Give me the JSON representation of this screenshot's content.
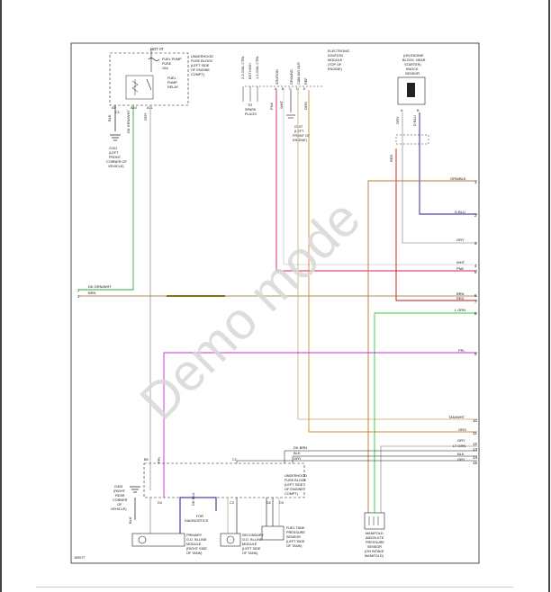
{
  "watermark": "Demo mode",
  "figure_number": "169077",
  "colors": {
    "dk_grn_wht": "#2fa838",
    "brn": "#8a6a22",
    "pnk": "#e2185a",
    "org": "#d4882a",
    "org_blk": "#b97a2e",
    "d_blu": "#1a1a8c",
    "red": "#cc1111",
    "l_grn": "#33cc33",
    "ppl": "#cc2acc",
    "gry": "#9a9a9a",
    "blk": "#111111",
    "tan_wht": "#caa76a"
  },
  "labels": {
    "hot_at": "HOT AT",
    "underhood_fuse_top": [
      "UNDERHOOD",
      "FUSE BLOCK",
      "(LEFT SIDE",
      "OF ENGINE",
      "COMPT)"
    ],
    "fuel_pump_fuse": [
      "FUEL PUMP",
      "FUSE",
      "10A"
    ],
    "fuel_pump_relay": [
      "FUEL",
      "PUMP",
      "RELAY"
    ],
    "g101": [
      "G101",
      "(LEFT",
      "FRONT",
      "CORNER OF",
      "VEHICLE)"
    ],
    "ignition_outputs": [
      "2-3 COIL CTRL",
      "EST HIGH",
      "1-4 COIL CTRL"
    ],
    "ignition_pins": [
      "IGNITION",
      "GROUND",
      "CAM SIG OUT",
      "REF"
    ],
    "ignition_pins_letters": [
      "A",
      "B",
      "C",
      "D",
      "E"
    ],
    "ignition_module": [
      "ELECTRONIC",
      "IGNITION",
      "MODULE",
      "(TOP OF",
      "ENGINE)"
    ],
    "to_spark_plugs": [
      "TO",
      "SPARK",
      "PLUGS"
    ],
    "g107": [
      "G107",
      "(LEFT",
      "FRONT OF",
      "ENGINE)"
    ],
    "knock_sensor": [
      "(ON ENGINE",
      "BLOCK, NEAR",
      "STARTER)",
      "KNOCK",
      "SENSOR"
    ],
    "left_connector_lines": [
      "DK GRN/WHT",
      "BRN"
    ],
    "left_connector_pins": [
      "1",
      "2"
    ],
    "right_wires": [
      {
        "label": "ORN/BLK",
        "pin": "1"
      },
      {
        "label": "D BLU",
        "pin": "2"
      },
      {
        "label": "GRY",
        "pin": "3"
      },
      {
        "label": "WHT",
        "pin": "4"
      },
      {
        "label": "PNK",
        "pin": "5"
      },
      {
        "label": "BRN",
        "pin": "6"
      },
      {
        "label": "RED",
        "pin": "7"
      },
      {
        "label": "L GRN",
        "pin": "8"
      },
      {
        "label": "PPL",
        "pin": "9"
      },
      {
        "label": "TAN/WHT",
        "pin": "10"
      },
      {
        "label": "ORG",
        "pin": "11"
      },
      {
        "label": "GRY",
        "pin": "12"
      },
      {
        "label": "LT GRN",
        "pin": "13"
      },
      {
        "label": "BLK",
        "pin": "14"
      },
      {
        "label": "GRY",
        "pin": "15"
      }
    ],
    "wire_tags": {
      "blk": "BLK",
      "dk_grn_wht": "DK GRN/WHT",
      "gry": "GRY",
      "ppl": "PPL",
      "pnk": "PNK",
      "wht": "WHT",
      "brn": "BRN",
      "org": "ORG",
      "red": "RED",
      "dk_brn": "DK BRN",
      "d_blu": "D BLU",
      "l_grn": "L GRN",
      "dk_blu": "DK BLU"
    },
    "underhood_fuse_bottom": [
      "UNDERHOOD",
      "FUSE BLOCK",
      "(LEFT SIDE",
      "OF ENGINE",
      "COMPT)"
    ],
    "g403": [
      "G403",
      "(RIGHT",
      "REAR",
      "CORNER",
      "OF",
      "VEHICLE)"
    ],
    "primary_module": [
      "PRIMARY",
      "O.D. IN-LINE",
      "MODULE",
      "(RIGHT SIDE",
      "OF TANK)"
    ],
    "for_diagnostics": [
      "FOR",
      "DIAGNOSTICS"
    ],
    "secondary_module": [
      "SECONDARY",
      "O.D. IN-LINE",
      "MODULE",
      "(LEFT SIDE",
      "OF TANK)"
    ],
    "fuel_tank_sensor": [
      "FUEL TANK",
      "PRESSURE",
      "SENSOR",
      "(LEFT SIDE",
      "OF TANK)"
    ],
    "map_sensor": [
      "MANIFOLD",
      "ABSOLUTE",
      "PRESSURE",
      "SENSOR",
      "(ON INTAKE",
      "MANIFOLD)"
    ],
    "pin_codes": [
      "A9",
      "C1",
      "A10",
      "A11",
      "B5",
      "C2",
      "C3",
      "D2",
      "D3",
      "D4",
      "B",
      "C",
      "A",
      "D"
    ]
  }
}
